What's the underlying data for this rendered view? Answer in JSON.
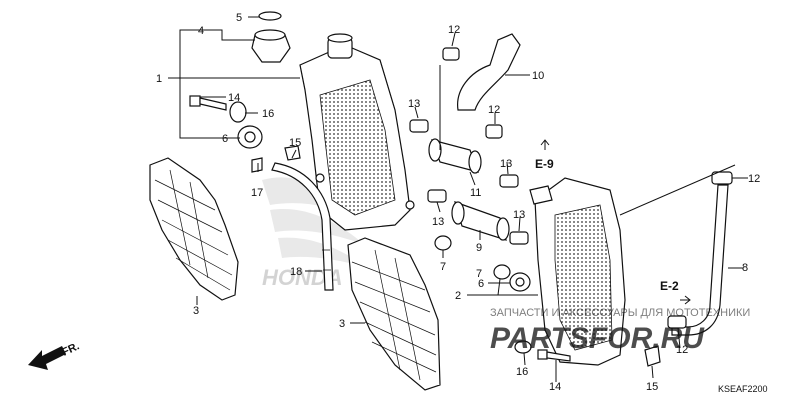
{
  "diagram": {
    "code": "KSEAF2200",
    "direction_label": "FR.",
    "callouts": {
      "c1": "1",
      "c2": "2",
      "c3a": "3",
      "c3b": "3",
      "c4": "4",
      "c5": "5",
      "c6a": "6",
      "c6b": "6",
      "c7a": "7",
      "c7b": "7",
      "c8": "8",
      "c9": "9",
      "c10": "10",
      "c11": "11",
      "c12a": "12",
      "c12b": "12",
      "c12c": "12",
      "c12d": "12",
      "c13a": "13",
      "c13b": "13",
      "c13c": "13",
      "c13d": "13",
      "c14a": "14",
      "c14b": "14",
      "c15a": "15",
      "c15b": "15",
      "c16a": "16",
      "c16b": "16",
      "c17": "17",
      "c18": "18"
    },
    "refs": {
      "e9": "E-9",
      "e2": "E-2"
    }
  },
  "watermark": {
    "text": "ЗАПЧАСТИ И АКСЕССУАРЫ ДЛЯ МОТОТЕХНИКИ",
    "logo": "PARTSFOR.RU",
    "color": "#e0102a"
  }
}
